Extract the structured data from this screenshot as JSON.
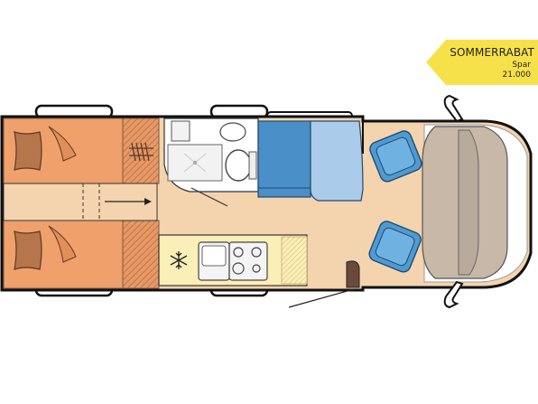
{
  "promo": {
    "title": "SOMMERRABAT",
    "subtitle": "Spar",
    "amount": "21.000"
  },
  "icons": {
    "snowflake": "snowflake-icon",
    "direction_arrow": "arrow-right-icon"
  },
  "colors": {
    "bed": "#F0A06A",
    "bed_dark": "#D98B5A",
    "pillow": "#B5764C",
    "floor": "#F4D4AE",
    "kitchen": "#FBEFB8",
    "seat_blue": "#4A8FC8",
    "seat_light": "#AACBE9",
    "cab_seat": "#4F9AD1",
    "dashboard": "#C7B8A8",
    "badge": "#F7E14A",
    "wall": "#111111"
  }
}
